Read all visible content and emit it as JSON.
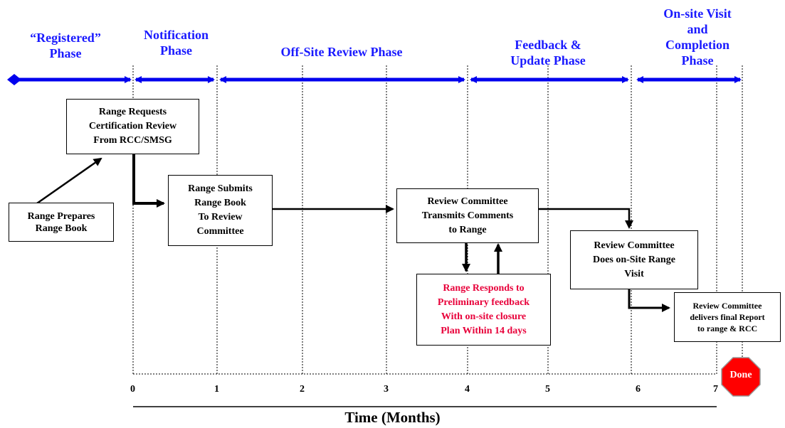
{
  "phases": [
    {
      "label": "“Registered”\nPhase"
    },
    {
      "label": "Notification\nPhase"
    },
    {
      "label": "Off-Site Review Phase"
    },
    {
      "label": "Feedback &\nUpdate  Phase"
    },
    {
      "label": "On-site Visit\nand\nCompletion\nPhase"
    }
  ],
  "boxes": {
    "range_prepares": "Range Prepares\nRange Book",
    "range_requests": "Range Requests\nCertification Review\nFrom RCC/SMSG",
    "range_submits": "Range Submits\nRange Book\nTo Review\nCommittee",
    "committee_transmits": "Review Committee\nTransmits Comments\nto Range",
    "range_responds": "Range Responds to\nPreliminary feedback\nWith on-site closure\nPlan Within 14 days",
    "onsite_visit": "Review Committee\nDoes on-Site Range\nVisit",
    "final_report": "Review Committee\ndelivers final Report\nto range & RCC"
  },
  "done_sign": "Done",
  "axis": {
    "title": "Time (Months)",
    "ticks": [
      "0",
      "1",
      "2",
      "3",
      "4",
      "5",
      "6",
      "7"
    ]
  },
  "colors": {
    "phase_arrow": "#0000ee",
    "phase_text": "#1a1aff",
    "responds_text": "#e8003a",
    "stop_sign": "#ff0000"
  }
}
